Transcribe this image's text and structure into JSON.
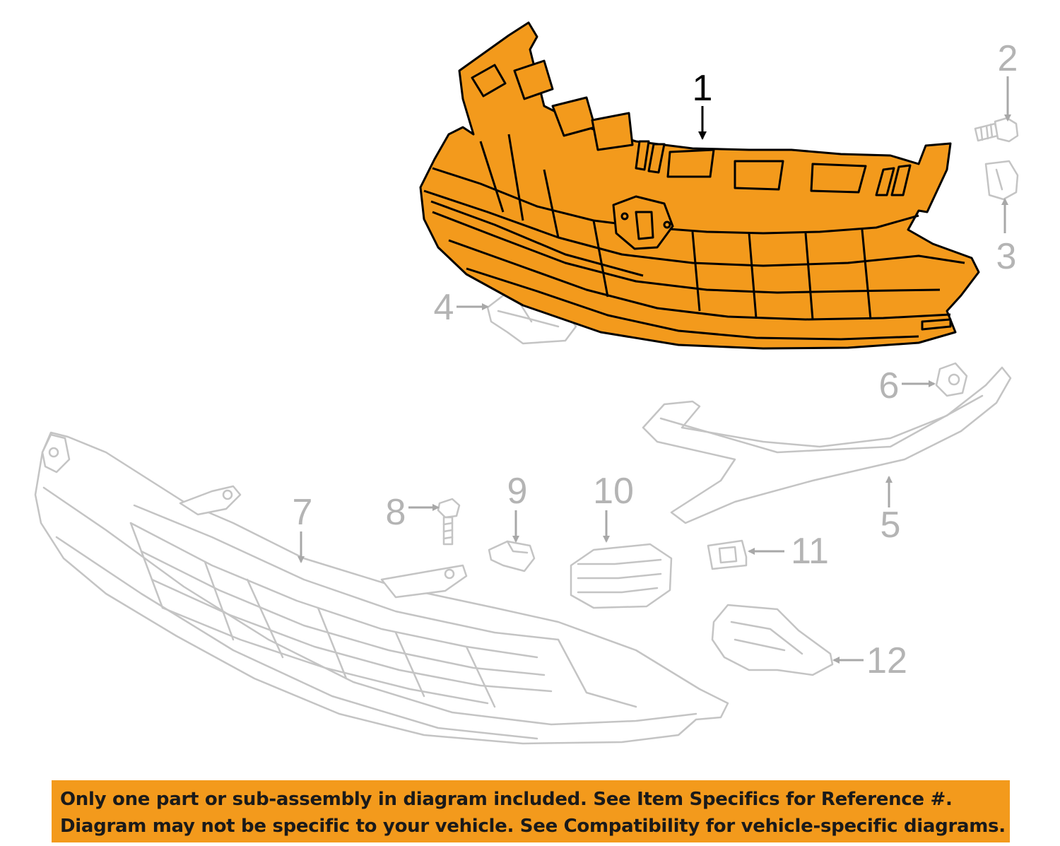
{
  "callouts": {
    "c1": "1",
    "c2": "2",
    "c3": "3",
    "c4": "4",
    "c5": "5",
    "c6": "6",
    "c7": "7",
    "c8": "8",
    "c9": "9",
    "c10": "10",
    "c11": "11",
    "c12": "12"
  },
  "highlighted_part": "1",
  "colors": {
    "highlight": "#f39a1c",
    "ghost_outline": "#c4c4c4",
    "banner": "#f39a1c"
  },
  "disclaimer": {
    "line1": "Only one part or sub-assembly in diagram included. See Item Specifics for Reference #.",
    "line2": "Diagram may not be specific to your vehicle. See Compatibility for vehicle-specific diagrams."
  }
}
